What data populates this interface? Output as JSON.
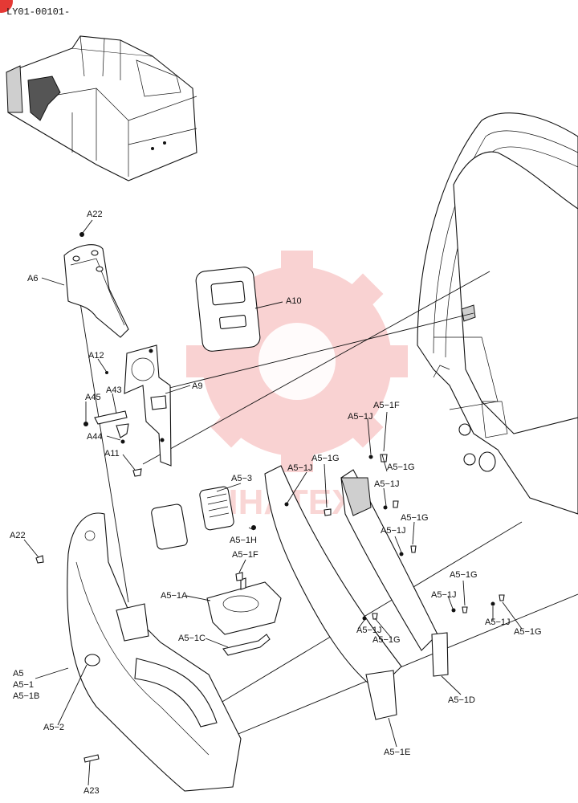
{
  "header": {
    "code": "LY01-00101-"
  },
  "watermark": {
    "text": "VIHATEX",
    "color": "#e53935"
  },
  "badge": {
    "color": "#e53935"
  },
  "labels": {
    "A22_top": "A22",
    "A6": "A6",
    "A10": "A10",
    "A12": "A12",
    "A9": "A9",
    "A43": "A43",
    "A45": "A45",
    "A44": "A44",
    "A11": "A11",
    "A5_1F_right": "A5−1F",
    "A5_1J_r1": "A5−1J",
    "A5_1G_r1": "A5−1G",
    "A5_1J_mid": "A5−1J",
    "A5_1G_mid": "A5−1G",
    "A5_3": "A5−3",
    "A5_1J_r2": "A5−1J",
    "A5_1G_r2": "A5−1G",
    "A5_1J_r3": "A5−1J",
    "A22_left": "A22",
    "A5_1H": "A5−1H",
    "A5_1F_left": "A5−1F",
    "A5_1A": "A5−1A",
    "A5_1G_r4": "A5−1G",
    "A5_1J_r4": "A5−1J",
    "A5_1J_r5": "A5−1J",
    "A5_1G_r5": "A5−1G",
    "A5_1C": "A5−1C",
    "A5_1J_low": "A5−1J",
    "A5_1G_low": "A5−1G",
    "A5": "A5",
    "A5_1": "A5−1",
    "A5_1B": "A5−1B",
    "A5_1D": "A5−1D",
    "A5_2": "A5−2",
    "A5_1E": "A5−1E",
    "A23": "A23"
  }
}
